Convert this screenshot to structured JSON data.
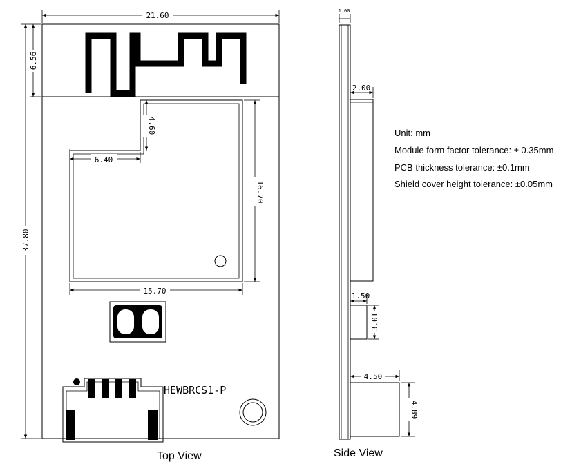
{
  "top_view": {
    "caption": "Top View",
    "module_label": "HEWBRCS1-P",
    "dimensions": {
      "width": "21.60",
      "height": "37.80",
      "antenna_height": "6.56",
      "shield_width": "15.70",
      "shield_height": "16.70",
      "notch_width": "6.40",
      "notch_height": "4.60"
    }
  },
  "side_view": {
    "caption": "Side View",
    "dimensions": {
      "pcb_thickness": "1.00",
      "shield_height": "2.00",
      "component_height": "1.50",
      "component_length": "3.01",
      "connector_height": "4.50",
      "connector_length": "4.89"
    }
  },
  "notes": [
    "Unit:  mm",
    "Module form factor tolerance: ± 0.35mm",
    "PCB thickness tolerance: ±0.1mm",
    "Shield cover height tolerance: ±0.05mm"
  ]
}
